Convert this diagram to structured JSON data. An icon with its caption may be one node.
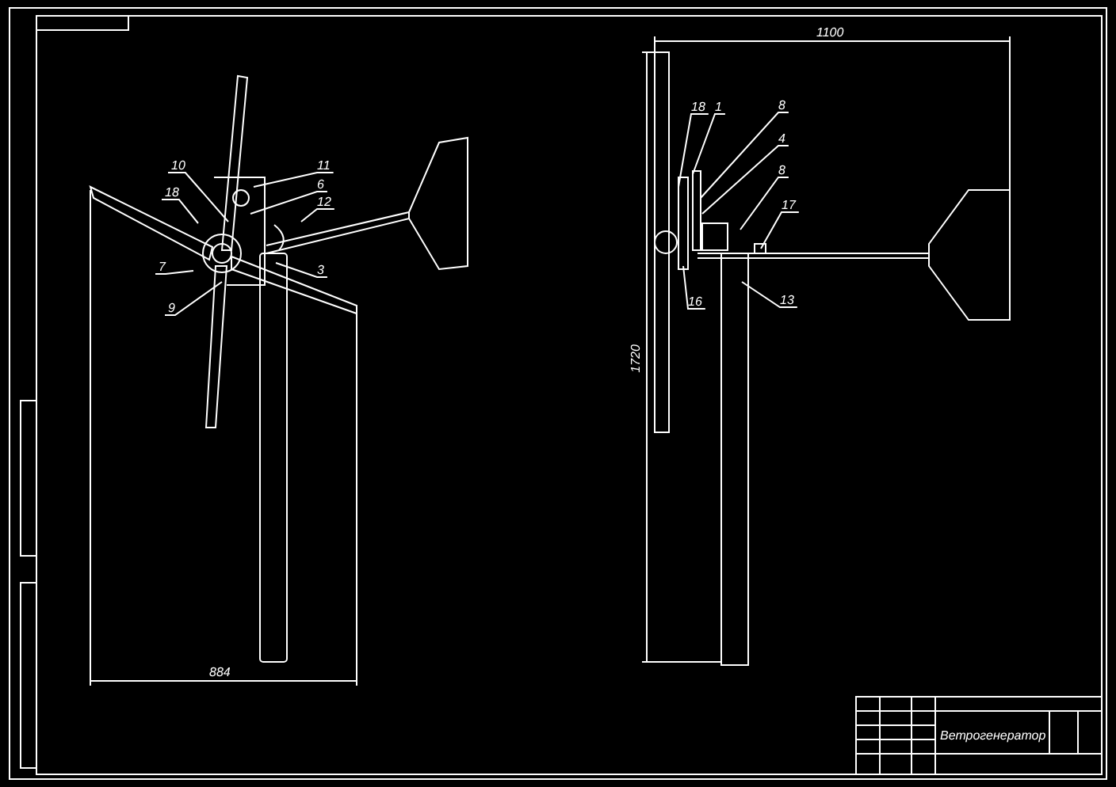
{
  "diagram": {
    "nodes": [
      {
        "text": [
          "10"
        ]
      },
      {
        "text": [
          "18"
        ]
      },
      {
        "text": [
          "11"
        ]
      },
      {
        "text": [
          "6"
        ]
      },
      {
        "text": [
          "12"
        ]
      },
      {
        "text": [
          "7"
        ]
      },
      {
        "text": [
          "3"
        ]
      },
      {
        "text": [
          "9"
        ]
      },
      {
        "text": [
          "18"
        ]
      },
      {
        "text": [
          "1"
        ]
      },
      {
        "text": [
          "8"
        ]
      },
      {
        "text": [
          "4"
        ]
      },
      {
        "text": [
          "8"
        ]
      },
      {
        "text": [
          "17"
        ]
      },
      {
        "text": [
          "16"
        ]
      },
      {
        "text": [
          "13"
        ]
      }
    ],
    "edges": [
      {
        "from": 0,
        "to": null,
        "arrow": "none"
      },
      {
        "from": 1,
        "to": null,
        "arrow": "none"
      },
      {
        "from": 2,
        "to": null,
        "arrow": "none"
      },
      {
        "from": 3,
        "to": null,
        "arrow": "none"
      },
      {
        "from": 4,
        "to": null,
        "arrow": "none"
      },
      {
        "from": 5,
        "to": null,
        "arrow": "none"
      },
      {
        "from": 6,
        "to": null,
        "arrow": "none"
      },
      {
        "from": 7,
        "to": null,
        "arrow": "none"
      },
      {
        "from": 8,
        "to": null,
        "arrow": "none"
      },
      {
        "from": 9,
        "to": null,
        "arrow": "none"
      },
      {
        "from": 10,
        "to": null,
        "arrow": "none"
      },
      {
        "from": 11,
        "to": null,
        "arrow": "none"
      },
      {
        "from": 12,
        "to": null,
        "arrow": "none"
      },
      {
        "from": 13,
        "to": null,
        "arrow": "none"
      },
      {
        "from": 14,
        "to": null,
        "arrow": "none"
      },
      {
        "from": 15,
        "to": null,
        "arrow": "none"
      }
    ],
    "labels": [
      "1100",
      "1720",
      "884",
      "Ветрогенератор"
    ]
  }
}
